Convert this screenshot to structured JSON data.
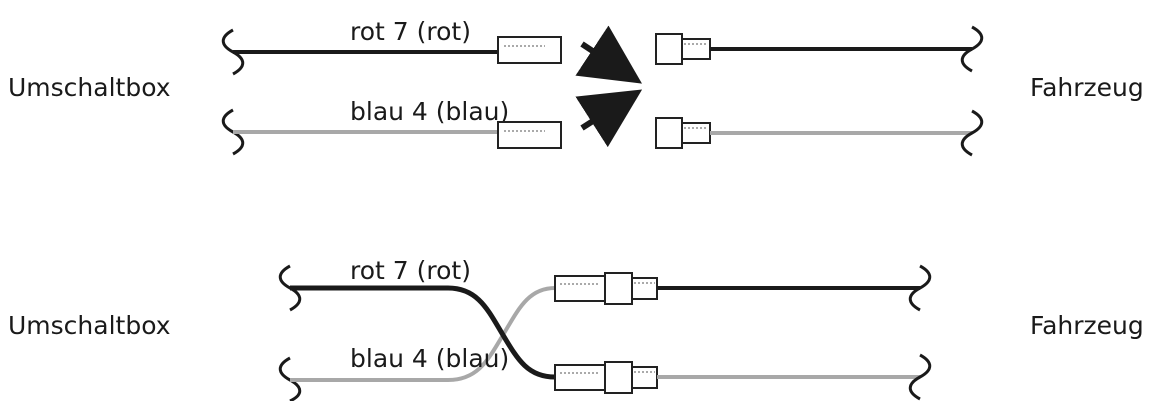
{
  "colors": {
    "background": "#ffffff",
    "wire_dark": "#1a1a1a",
    "wire_light": "#a8a8a8",
    "connector_stroke": "#222222",
    "text": "#1a1a1a"
  },
  "top": {
    "left_label": "Umschaltbox",
    "right_label": "Fahrzeug",
    "wire_red_label": "rot 7 (rot)",
    "wire_blue_label": "blau 4 (blau)"
  },
  "bottom": {
    "left_label": "Umschaltbox",
    "right_label": "Fahrzeug",
    "wire_red_label": "rot 7 (rot)",
    "wire_blue_label": "blau 4 (blau)"
  }
}
